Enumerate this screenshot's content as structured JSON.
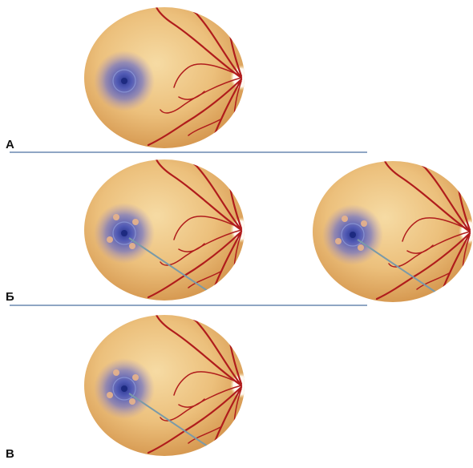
{
  "figure": {
    "panels": [
      {
        "id": "A",
        "label": "А",
        "fundi": [
          {
            "lesion": "macular",
            "laser_path": false
          }
        ]
      },
      {
        "id": "B",
        "label": "Б",
        "fundi": [
          {
            "lesion": "macular-with-spots",
            "laser_path": true
          },
          {
            "lesion": "macular-with-spots",
            "laser_path": true
          }
        ]
      },
      {
        "id": "C",
        "label": "В",
        "fundi": [
          {
            "lesion": "macular-with-spots",
            "laser_path": true
          }
        ]
      }
    ],
    "colors": {
      "fundus_light": "#f2cf90",
      "fundus_dark": "#d79a52",
      "vessel": "#b01c1c",
      "lesion": "#4a56b8",
      "divider": "#8fa6c4",
      "laser_path": "#7a9aa8"
    }
  }
}
